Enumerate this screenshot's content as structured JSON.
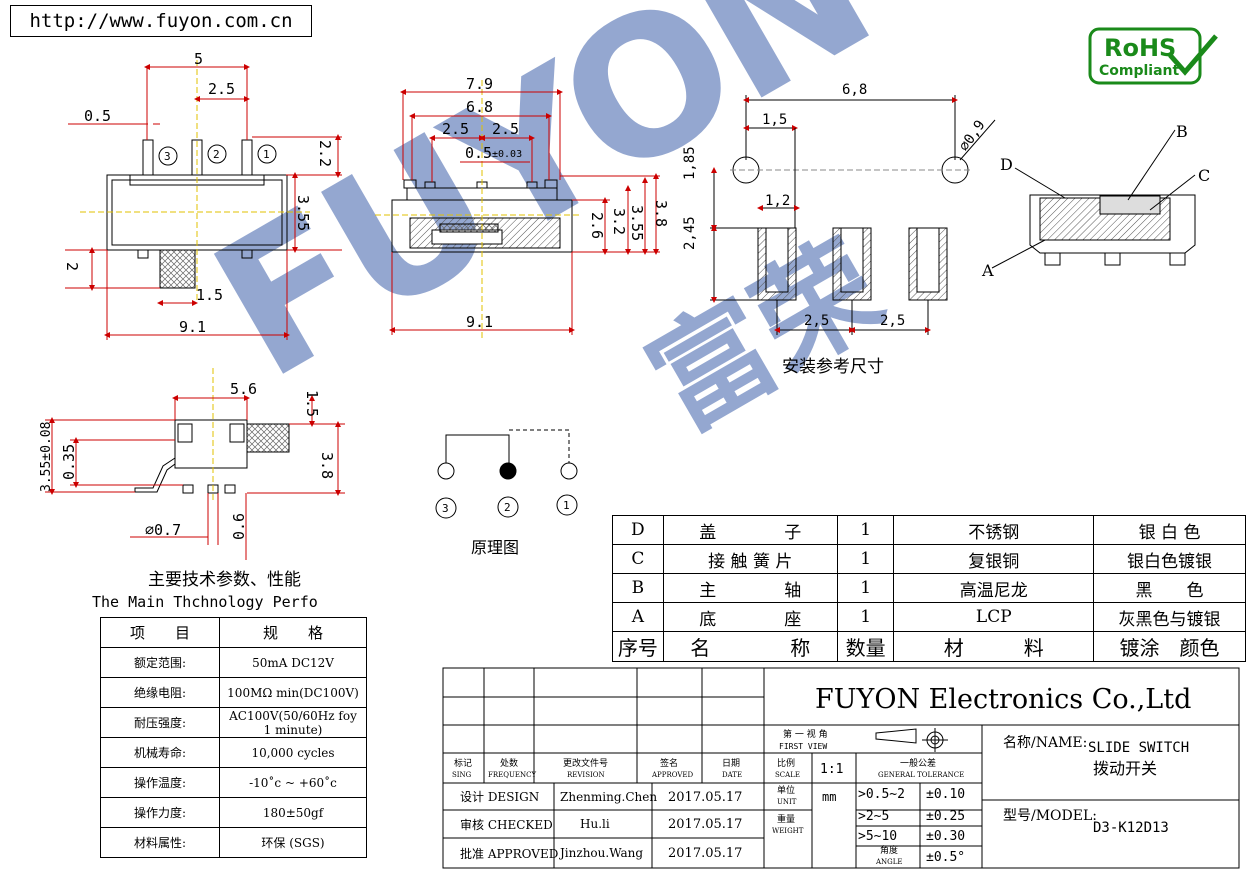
{
  "url": "http://www.fuyon.com.cn",
  "rohs": {
    "line1": "RoHS",
    "line2": "Compliant"
  },
  "dims": {
    "d5": "5",
    "d2_5": "2.5",
    "d0_5": "0.5",
    "d2_2": "2.2",
    "d3_55": "3.55",
    "d2": "2",
    "d1_5": "1.5",
    "d9_1": "9.1",
    "d7_9": "7.9",
    "d6_8": "6.8",
    "d2_5a": "2.5",
    "d2_5b": "2.5",
    "d0_5tol": "0.5",
    "tol003": "±0.03",
    "d2_6": "2.6",
    "d3_2": "3.2",
    "d3_55b": "3.55",
    "d3_8": "3.8",
    "d9_1b": "9.1",
    "m6_8": "6,8",
    "m1_5": "1,5",
    "m0_9": "⌀0,9",
    "m1_85": "1,85",
    "m1_2": "1,2",
    "m2_45": "2,45",
    "m2_5a": "2,5",
    "m2_5b": "2,5",
    "d5_6": "5.6",
    "d1_5b": "1.5",
    "d3_55tol": "3.55±0.08",
    "d0_35": "0.35",
    "d3_8b": "3.8",
    "d0_7": "⌀0.7",
    "d0_6": "0.6"
  },
  "pin_labels": [
    "3",
    "2",
    "1"
  ],
  "letters": {
    "A": "A",
    "B": "B",
    "C": "C",
    "D": "D"
  },
  "mount_caption": "安装参考尺寸",
  "schematic_caption": "原理图",
  "spec_title_cn": "主要技术参数、性能",
  "spec_title_en": "The Main Thchnology Perfo",
  "spec_table": {
    "header": [
      "项　　目",
      "规　　格"
    ],
    "rows": [
      [
        "额定范围:",
        "50mA DC12V"
      ],
      [
        "绝缘电阻:",
        "100MΩ min(DC100V)"
      ],
      [
        "耐压强度:",
        "AC100V(50/60Hz foy 1 minute)"
      ],
      [
        "机械寿命:",
        "10,000 cycles"
      ],
      [
        "操作温度:",
        "-10˚c ~ +60˚c"
      ],
      [
        "操作力度:",
        "180±50gf"
      ],
      [
        "材料属性:",
        "环保 (SGS)"
      ]
    ]
  },
  "parts_table": {
    "rows": [
      [
        "D",
        "盖　　　　子",
        "1",
        "不锈钢",
        "银 白 色"
      ],
      [
        "C",
        "接 触 簧 片",
        "1",
        "复银铜",
        "银白色镀银"
      ],
      [
        "B",
        "主　　　　轴",
        "1",
        "高温尼龙",
        "黑　　色"
      ],
      [
        "A",
        "底　　　　座",
        "1",
        "LCP",
        "灰黑色与镀银"
      ]
    ],
    "header": [
      "序号",
      "名　　　　称",
      "数量",
      "材　　　料",
      "镀涂　颜色"
    ]
  },
  "title_block": {
    "company": "FUYON Electronics Co.,Ltd",
    "first_view": "第 一 视 角",
    "first_view_en": "FIRST VIEW",
    "rev_headers": [
      [
        "标记",
        "SING"
      ],
      [
        "处数",
        "FREQUENCY"
      ],
      [
        "更改文件号",
        "REVISION"
      ],
      [
        "签名",
        "APPROVED"
      ],
      [
        "日期",
        "DATE"
      ]
    ],
    "scale_label": [
      "比例",
      "SCALE"
    ],
    "scale_value": "1:1",
    "tolerance_label": [
      "一般公差",
      "GENERAL TOLERANCE"
    ],
    "design": {
      "label": "设计 DESIGN",
      "name": "Zhenming.Chen",
      "date": "2017.05.17"
    },
    "checked": {
      "label": "审核 CHECKED",
      "name": "Hu.li",
      "date": "2017.05.17"
    },
    "approved": {
      "label": "批准 APPROVED",
      "name": "Jinzhou.Wang",
      "date": "2017.05.17"
    },
    "unit_label": [
      "单位",
      "UNIT"
    ],
    "unit_value": "mm",
    "weight_label": [
      "重量",
      "WEIGHT"
    ],
    "angle_label": [
      "角度",
      "ANGLE"
    ],
    "tolerances": [
      [
        ">0.5~2",
        "±0.10"
      ],
      [
        ">2~5",
        "±0.25"
      ],
      [
        ">5~10",
        "±0.30"
      ],
      [
        "",
        "±0.5°"
      ]
    ],
    "name_label": "名称/NAME:",
    "name_en": "SLIDE SWITCH",
    "name_cn": "拨动开关",
    "model_label": "型号/MODEL:",
    "model": "D3-K12D13"
  },
  "watermark": {
    "latin": "FUYON",
    "cn": "富荣"
  }
}
